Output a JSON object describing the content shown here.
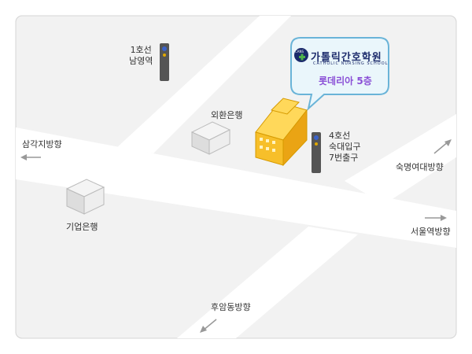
{
  "map": {
    "colors": {
      "background": "#f2f2f2",
      "road": "#ffffff",
      "frame": "#d4d4d4",
      "callout_border": "#6ab4d8",
      "callout_fill": "#eaf6fb",
      "highlight_building": "#f7bf2a"
    },
    "labels": {
      "station_line1": "1호선",
      "station_line1_name": "남영역",
      "bank_foreign": "외환은행",
      "station_line4": "4호선",
      "station_line4_name": "숙대입구",
      "station_line4_exit": "7번출구",
      "dir_samgakji": "삼각지방향",
      "dir_sookmyung": "숙명여대방향",
      "bank_ibk": "기업은행",
      "dir_seoul_station": "서울역방향",
      "dir_huam": "후암동방향"
    },
    "callout": {
      "logo_text": "CANS",
      "name": "가톨릭간호학원",
      "name_en": "CATHOLIC NURSING SCHOOL",
      "floor": "롯데리아 5층"
    },
    "icons": [
      "subway-station-icon",
      "building-icon",
      "arrow-left-icon",
      "arrow-right-icon",
      "arrow-up-right-icon",
      "arrow-down-left-icon",
      "logo-cross-icon"
    ]
  }
}
